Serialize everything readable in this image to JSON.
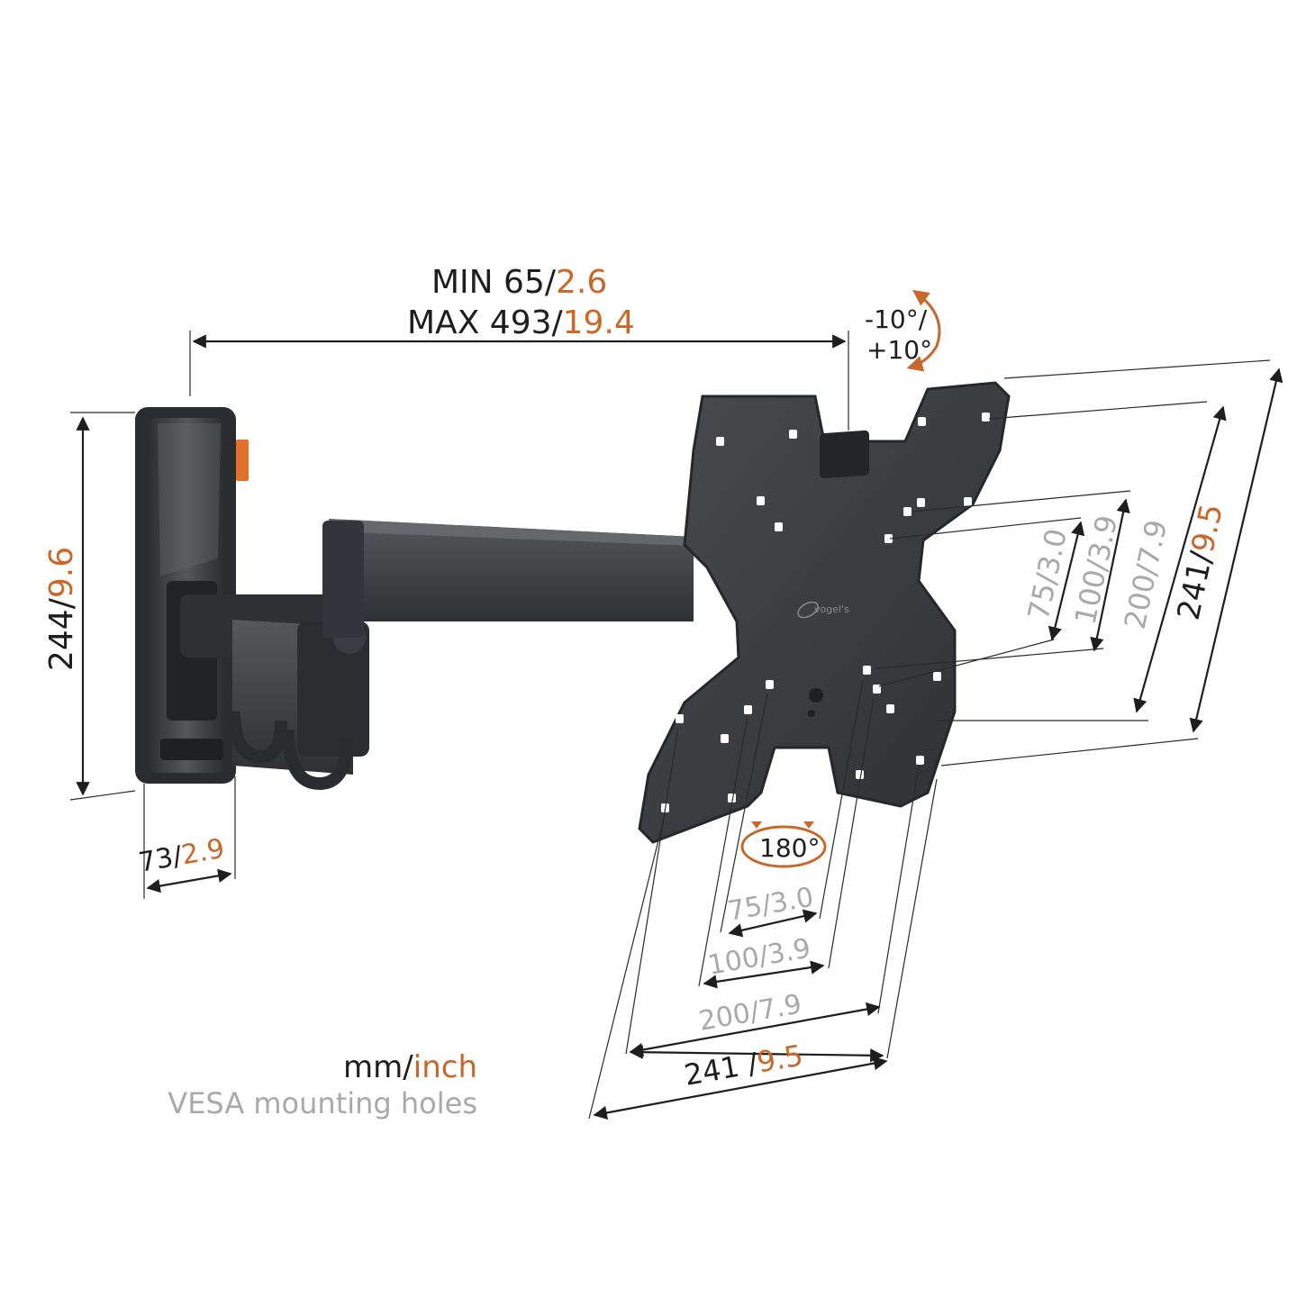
{
  "colors": {
    "dark": "#1e1e1e",
    "accent_orange": "#c8682a",
    "vesa_gray": "#a9a9a9",
    "product_black": "#3a3b3e"
  },
  "product": {
    "logo_text": "vogel's"
  },
  "dimensions": {
    "depth_min_label": "MIN 65/",
    "depth_min_inch": "2.6",
    "depth_max_label": "MAX 493/",
    "depth_max_inch": "19.4",
    "tilt_line1": "-10°/",
    "tilt_line2": "+10°",
    "wall_height_mm": "244/",
    "wall_height_inch": "9.6",
    "wall_width_mm": "73/",
    "wall_width_inch": "2.9",
    "rotation": "180°"
  },
  "vesa_vertical": [
    {
      "mm": "75/",
      "inch": "3.0",
      "style": "gray"
    },
    {
      "mm": "100/",
      "inch": "3.9",
      "style": "gray"
    },
    {
      "mm": "200/",
      "inch": "7.9",
      "style": "gray"
    },
    {
      "mm": "241/",
      "inch": "9.5",
      "style": "dark"
    }
  ],
  "vesa_horizontal": [
    {
      "mm": "75/",
      "inch": "3.0",
      "style": "gray"
    },
    {
      "mm": "100/",
      "inch": "3.9",
      "style": "gray"
    },
    {
      "mm": "200/",
      "inch": "7.9",
      "style": "gray"
    },
    {
      "mm": "241 /",
      "inch": "9.5",
      "style": "dark"
    }
  ],
  "legend": {
    "unit_mm": "mm/",
    "unit_inch": "inch",
    "vesa_note": "VESA mounting holes"
  }
}
